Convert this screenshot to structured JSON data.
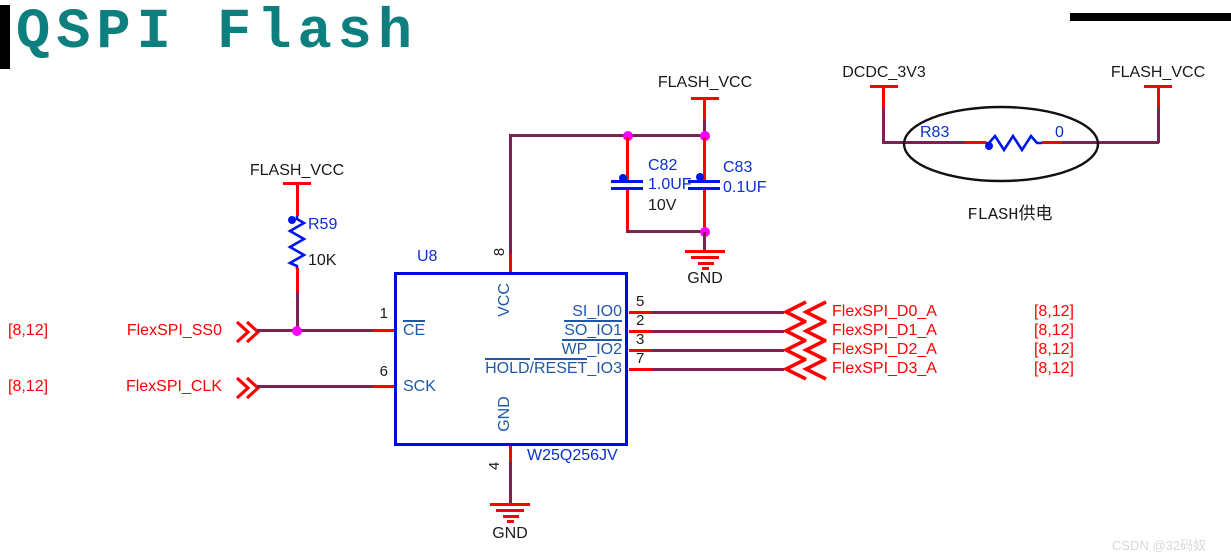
{
  "title": "QSPI Flash",
  "watermark": "CSDN @32码奴",
  "annotation": "FLASH供电",
  "colors": {
    "title_teal": "#0e7f7f",
    "net_wire_maroon": "#7d2150",
    "pin_stub_red": "#ff0000",
    "component_blue": "#0a2fd2",
    "pin_text_blue": "#1e5aa9",
    "junction_magenta": "#ff00ff",
    "text_black": "#1a1a1a",
    "watermark_gray": "#d8d8d8"
  },
  "nets": {
    "flash_vcc_r59": "FLASH_VCC",
    "flash_vcc_caps": "FLASH_VCC",
    "dcdc_3v3": "DCDC_3V3",
    "flash_vcc_dcdc": "FLASH_VCC",
    "gnd_caps": "GND",
    "gnd_chip": "GND"
  },
  "components": {
    "u8": {
      "ref": "U8",
      "part": "W25Q256JV"
    },
    "r59": {
      "ref": "R59",
      "value": "10K"
    },
    "r83": {
      "ref": "R83",
      "value": "0"
    },
    "c82": {
      "ref": "C82",
      "value": "1.0UF",
      "voltage": "10V"
    },
    "c83": {
      "ref": "C83",
      "value": "0.1UF"
    }
  },
  "pins": {
    "ce": {
      "num": "1",
      "name": "CE"
    },
    "sck": {
      "num": "6",
      "name": "SCK"
    },
    "vcc": {
      "num": "8",
      "name": "VCC"
    },
    "gnd": {
      "num": "4",
      "name": "GND"
    },
    "io0": {
      "num": "5",
      "name": "SI_IO0"
    },
    "io1": {
      "num": "2",
      "name": "SO_IO1"
    },
    "io2": {
      "num": "3",
      "name": "WP_IO2"
    },
    "io3": {
      "num": "7",
      "name_a": "HOLD",
      "name_b": "/",
      "name_c": "RESET",
      "name_d": "_IO3"
    }
  },
  "ports_left": [
    {
      "sheet": "[8,12]",
      "net": "FlexSPI_SS0"
    },
    {
      "sheet": "[8,12]",
      "net": "FlexSPI_CLK"
    }
  ],
  "ports_right": [
    {
      "net": "FlexSPI_D0_A",
      "sheet": "[8,12]"
    },
    {
      "net": "FlexSPI_D1_A",
      "sheet": "[8,12]"
    },
    {
      "net": "FlexSPI_D2_A",
      "sheet": "[8,12]"
    },
    {
      "net": "FlexSPI_D3_A",
      "sheet": "[8,12]"
    }
  ]
}
